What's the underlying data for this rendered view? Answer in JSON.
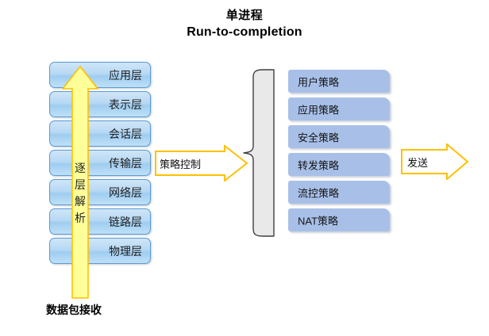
{
  "title": {
    "line1": "单进程",
    "line2": "Run-to-completion"
  },
  "osi_stack": {
    "layers": [
      {
        "label": "应用层"
      },
      {
        "label": "表示层"
      },
      {
        "label": "会话层"
      },
      {
        "label": "传输层"
      },
      {
        "label": "网络层"
      },
      {
        "label": "链路层"
      },
      {
        "label": "物理层"
      }
    ],
    "caption": "数据包接收",
    "arrow_text": {
      "c1": "逐",
      "c2": "层",
      "c3": "解",
      "c4": "析"
    }
  },
  "middle_arrow": {
    "label": "策略控制"
  },
  "policies": {
    "items": [
      {
        "label": "用户策略"
      },
      {
        "label": "应用策略"
      },
      {
        "label": "安全策略"
      },
      {
        "label": "转发策略"
      },
      {
        "label": "流控策略"
      },
      {
        "label": "NAT策略"
      }
    ]
  },
  "send_arrow": {
    "label": "发送"
  },
  "colors": {
    "layer_box_border": "#5b9bd5",
    "layer_box_fill": "#b7d9f4",
    "policy_box_fill": "#a8c0e8",
    "arrow_yellow_fill": "#ffff99",
    "arrow_yellow_border": "#ffc000",
    "brace_fill": "#e9e9e9",
    "brace_stroke": "#3f3f3f",
    "background": "#ffffff"
  }
}
